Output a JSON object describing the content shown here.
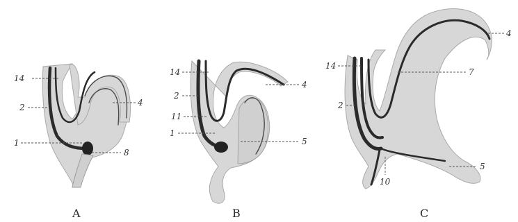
{
  "figures": [
    {
      "id": "A",
      "caption": "A",
      "labels": {
        "l14": "14",
        "l2": "2",
        "l1": "1",
        "l4": "4",
        "l8": "8"
      }
    },
    {
      "id": "B",
      "caption": "B",
      "labels": {
        "l14": "14",
        "l2": "2",
        "l11": "11",
        "l1": "1",
        "l4": "4",
        "l5": "5"
      }
    },
    {
      "id": "C",
      "caption": "C",
      "labels": {
        "l14": "14",
        "l2": "2",
        "l7": "7",
        "l4": "4",
        "l5": "5",
        "l10": "10"
      }
    }
  ],
  "colors": {
    "background": "#ffffff",
    "tissue": "#d7d7d7",
    "band": "#2b2b2b"
  }
}
